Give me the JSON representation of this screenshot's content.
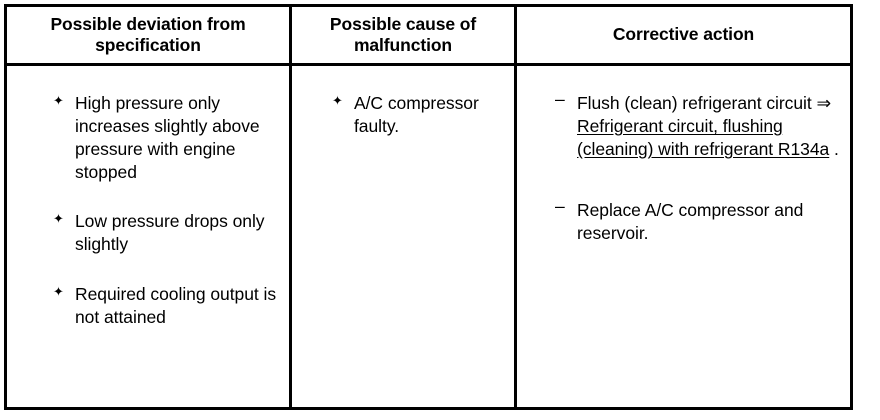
{
  "table": {
    "headers": [
      {
        "label": "Possible deviation from specification"
      },
      {
        "label": "Possible cause of malfunction"
      },
      {
        "label": "Corrective action"
      }
    ],
    "columns": [
      {
        "name": "possible-deviation",
        "bullet_glyph": "✦",
        "items": [
          {
            "text": "High pressure only increases slightly above pressure with engine stopped"
          },
          {
            "text": "Low pressure drops only slightly"
          },
          {
            "text": "Required cooling output is not attained"
          }
        ]
      },
      {
        "name": "possible-cause",
        "bullet_glyph": "✦",
        "items": [
          {
            "text": "A/C compressor faulty."
          }
        ]
      },
      {
        "name": "corrective-action",
        "bullet_glyph": "–",
        "items": [
          {
            "lead": "Flush (clean) refrigerant circuit ",
            "arrow": "⇒",
            "link": " Refrigerant circuit, flushing (cleaning) with refrigerant R134a",
            "tail": " ."
          },
          {
            "text": "Replace A/C compressor and reservoir."
          }
        ]
      }
    ]
  },
  "colors": {
    "border": "#000000",
    "text": "#000000",
    "background": "#ffffff"
  }
}
